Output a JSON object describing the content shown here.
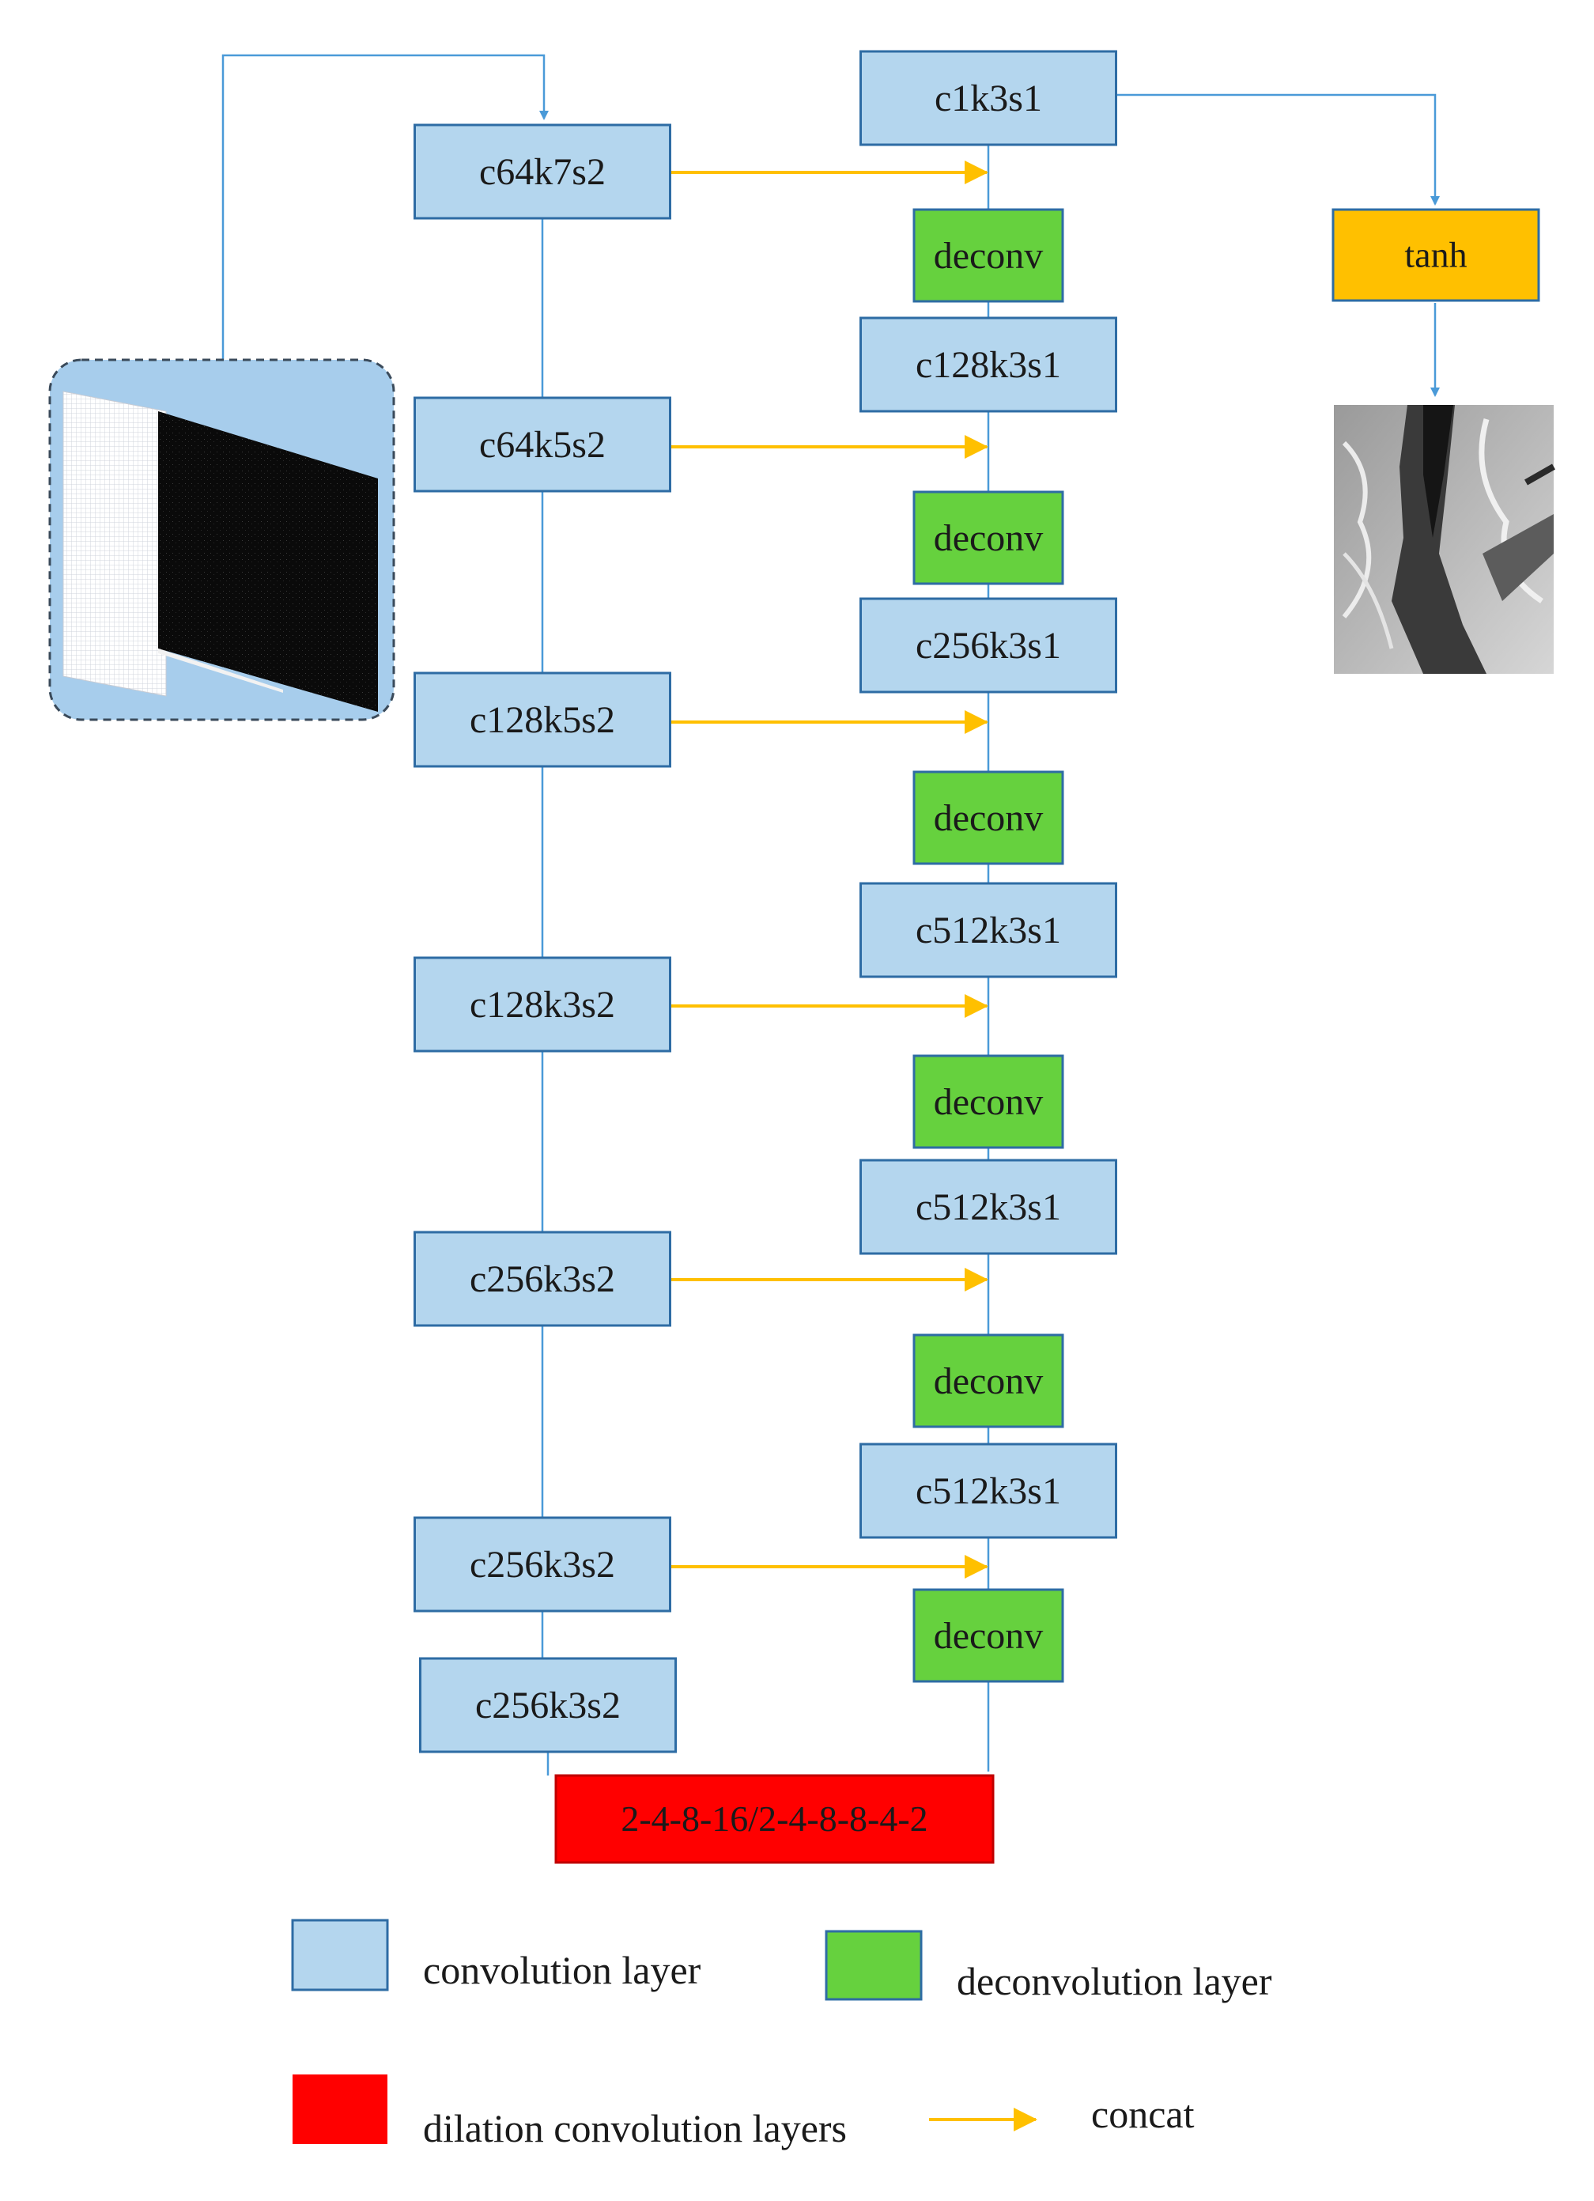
{
  "encoder": [
    {
      "id": "e1",
      "label": "c64k7s2"
    },
    {
      "id": "e2",
      "label": "c64k5s2"
    },
    {
      "id": "e3",
      "label": "c128k5s2"
    },
    {
      "id": "e4",
      "label": "c128k3s2"
    },
    {
      "id": "e5",
      "label": "c256k3s2"
    },
    {
      "id": "e6",
      "label": "c256k3s2"
    },
    {
      "id": "e7",
      "label": "c256k3s2"
    }
  ],
  "dilation": {
    "label": "2-4-8-16/2-4-8-8-4-2"
  },
  "decoder": [
    {
      "id": "d_c1",
      "label": "c1k3s1",
      "kind": "conv"
    },
    {
      "id": "d_dc1",
      "label": "deconv",
      "kind": "deconv"
    },
    {
      "id": "d_c2",
      "label": "c128k3s1",
      "kind": "conv"
    },
    {
      "id": "d_dc2",
      "label": "deconv",
      "kind": "deconv"
    },
    {
      "id": "d_c3",
      "label": "c256k3s1",
      "kind": "conv"
    },
    {
      "id": "d_dc3",
      "label": "deconv",
      "kind": "deconv"
    },
    {
      "id": "d_c4",
      "label": "c512k3s1",
      "kind": "conv"
    },
    {
      "id": "d_dc4",
      "label": "deconv",
      "kind": "deconv"
    },
    {
      "id": "d_c5",
      "label": "c512k3s1",
      "kind": "conv"
    },
    {
      "id": "d_dc5",
      "label": "deconv",
      "kind": "deconv"
    },
    {
      "id": "d_c6",
      "label": "c512k3s1",
      "kind": "conv"
    },
    {
      "id": "d_dc6",
      "label": "deconv",
      "kind": "deconv"
    }
  ],
  "output": {
    "activation_label": "tanh"
  },
  "legend": {
    "conv": "convolution layer",
    "deconv": "deconvolution layer",
    "dilation": "dilation convolution layers",
    "concat": "concat"
  },
  "colors": {
    "conv_fill": "#b4d6ee",
    "conv_stroke": "#2e6ca4",
    "deconv_fill": "#66d13e",
    "deconv_stroke": "#2e6ca4",
    "dilation_fill": "#ff0000",
    "tanh_fill": "#ffc000",
    "flow_line": "#4a9ad8",
    "concat_arrow": "#ffc000",
    "input_panel": "#a7cdec"
  }
}
